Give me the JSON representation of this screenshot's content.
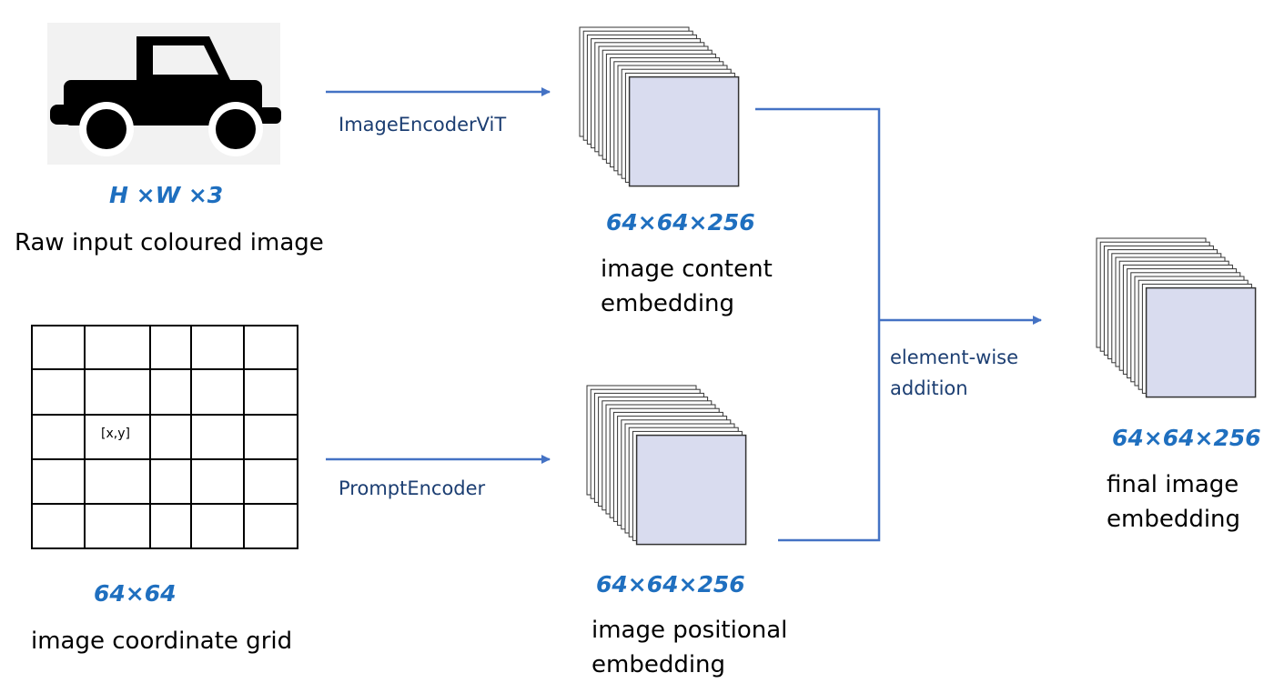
{
  "colors": {
    "arrow": "#4472c4",
    "dimension_text": "#1f6fbf",
    "operation_text": "#1c3e72",
    "feature_map_fill": "#d9dcef",
    "feature_map_stroke": "#333333",
    "truck_background": "#f2f2f2"
  },
  "input_image": {
    "icon": "pickup-truck-icon",
    "dimension": "H ×W ×3",
    "caption": "Raw input coloured image"
  },
  "coordinate_grid": {
    "cell_label": "[x,y]",
    "dimension": "64×64",
    "caption": "image coordinate grid"
  },
  "image_encoder": {
    "label": "ImageEncoderViT"
  },
  "prompt_encoder": {
    "label": "PromptEncoder"
  },
  "content_embedding": {
    "dimension": "64×64×256",
    "caption_line1": "image content",
    "caption_line2": "embedding"
  },
  "positional_embedding": {
    "dimension": "64×64×256",
    "caption_line1": "image positional",
    "caption_line2": "embedding"
  },
  "combine": {
    "label_line1": "element-wise",
    "label_line2": "addition"
  },
  "final_embedding": {
    "dimension": "64×64×256",
    "caption_line1": "final image",
    "caption_line2": "embedding"
  }
}
